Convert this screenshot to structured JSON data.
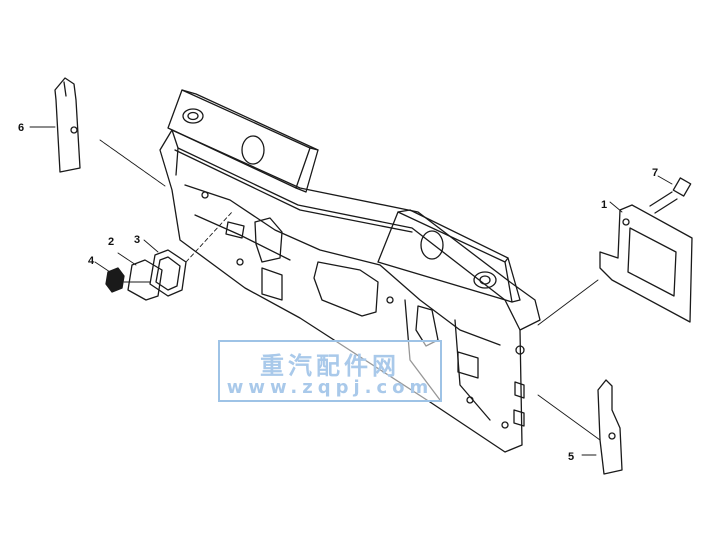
{
  "diagram": {
    "callouts": [
      "1",
      "2",
      "3",
      "4",
      "5",
      "6",
      "7"
    ]
  },
  "watermark": {
    "text_cn": "重汽配件网",
    "text_url": "www.zqpj.com"
  },
  "colors": {
    "line": "#1a1a1a",
    "watermark": "#a9c9ea"
  }
}
